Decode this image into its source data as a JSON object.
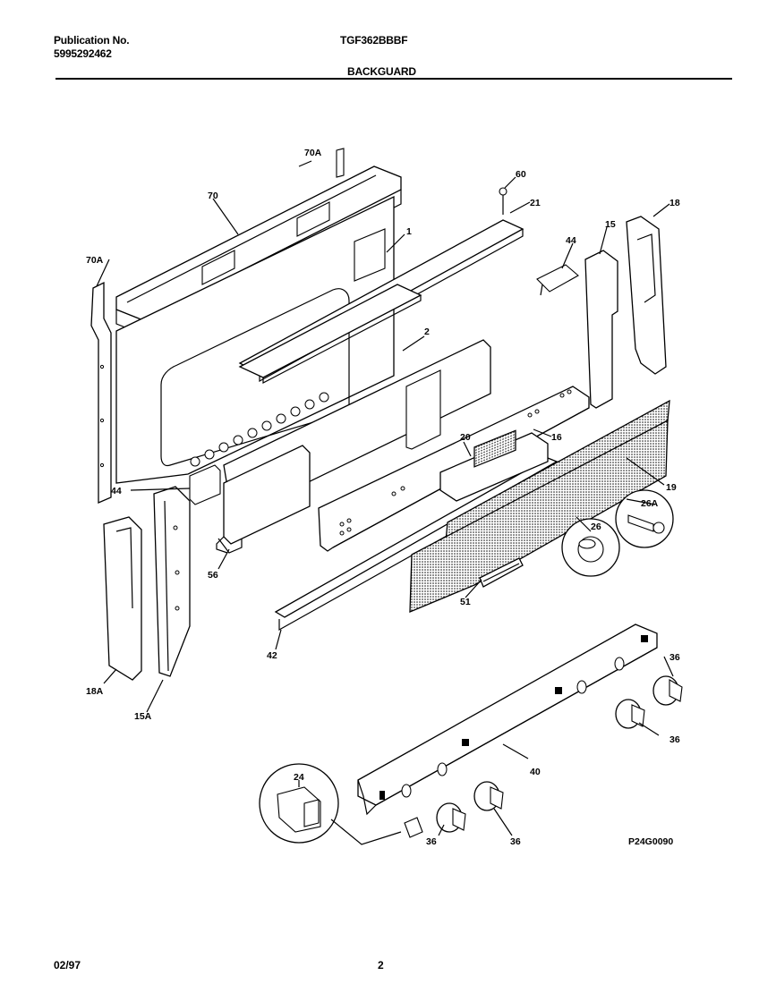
{
  "header": {
    "publication_label": "Publication No.",
    "publication_number": "5995292462",
    "model": "TGF362BBBF",
    "section": "BACKGUARD"
  },
  "diagram": {
    "part_labels": {
      "p70a_top": "70A",
      "p70": "70",
      "p70a_left": "70A",
      "p1": "1",
      "p60": "60",
      "p21": "21",
      "p44_top": "44",
      "p15": "15",
      "p18": "18",
      "p2": "2",
      "p16": "16",
      "p20": "20",
      "p19": "19",
      "p44_left": "44",
      "p56": "56",
      "p26": "26",
      "p26a": "26A",
      "p18a": "18A",
      "p15a": "15A",
      "p51": "51",
      "p42": "42",
      "p36_a": "36",
      "p36_b": "36",
      "p40": "40",
      "p24": "24",
      "p36_c": "36",
      "p36_d": "36"
    },
    "drawing_code": "P24G0090"
  },
  "footer": {
    "date": "02/97",
    "page": "2"
  }
}
